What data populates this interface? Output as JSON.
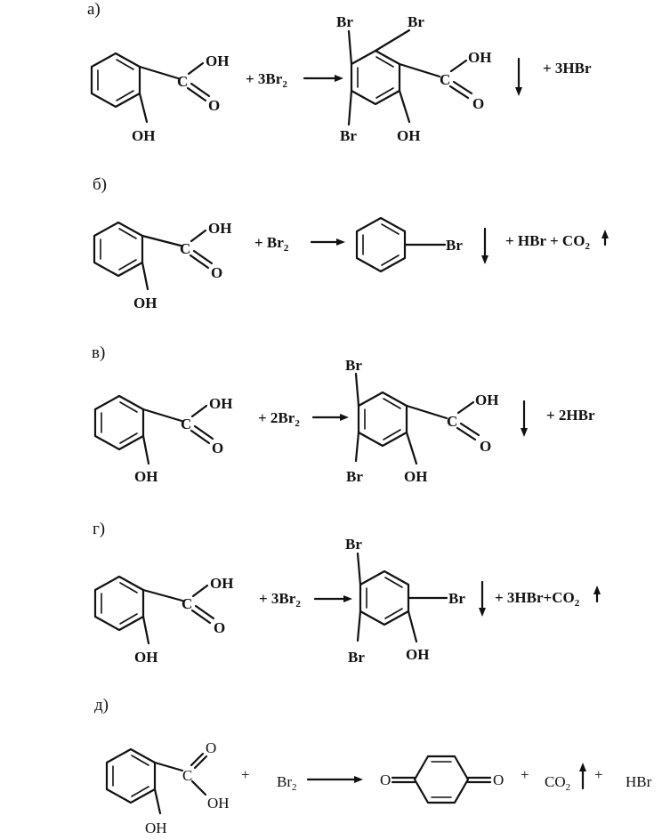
{
  "reactions": [
    {
      "label": "а)",
      "reagent_coef": "+ 3Br",
      "reagent_sub": "2",
      "product_subs": {
        "top_left": "Br",
        "top_right": "Br",
        "bottom_left": "Br",
        "bottom": "OH"
      },
      "product_acid": {
        "oh": "OH",
        "c": "C",
        "o": "O"
      },
      "byproduct": "+ 3HBr"
    },
    {
      "label": "б)",
      "reagent_coef": "+ Br",
      "reagent_sub": "2",
      "product_subs": {
        "right": "Br"
      },
      "byproduct": "+ HBr + CO",
      "byproduct_sub": "2"
    },
    {
      "label": "в)",
      "reagent_coef": "+ 2Br",
      "reagent_sub": "2",
      "product_subs": {
        "top": "Br",
        "bottom_left": "Br",
        "bottom": "OH"
      },
      "product_acid": {
        "oh": "OH",
        "c": "C",
        "o": "O"
      },
      "byproduct": "+ 2HBr"
    },
    {
      "label": "г)",
      "reagent_coef": "+ 3Br",
      "reagent_sub": "2",
      "product_subs": {
        "top": "Br",
        "right": "Br",
        "bottom_left": "Br",
        "bottom": "OH"
      },
      "byproduct": "+ 3HBr+CO",
      "byproduct_sub": "2"
    },
    {
      "label": "д)",
      "plus1": "+",
      "reagent": "Br",
      "reagent_sub": "2",
      "quinone_left_o": "O",
      "quinone_right_o": "O",
      "plus2": "+",
      "co2": "CO",
      "co2_sub": "2",
      "plus3": "+",
      "hbr": "HBr"
    }
  ],
  "salicylic_acid": {
    "c": "C",
    "oh_acid": "OH",
    "o": "O",
    "oh_phenol": "OH"
  }
}
